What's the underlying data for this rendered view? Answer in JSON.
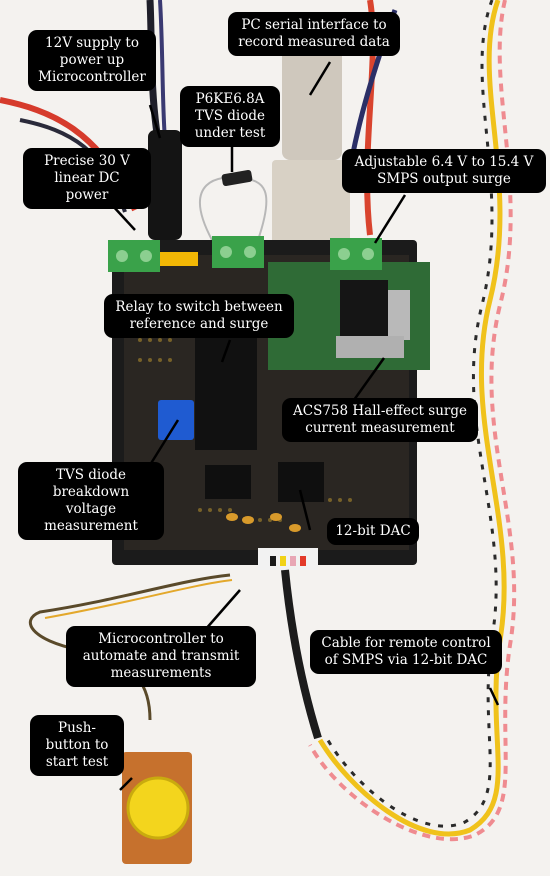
{
  "image": {
    "background_color": "#f4f2ef",
    "board_color": "#1b1b1b",
    "protoboard_color": "#2f6b36",
    "terminal_color": "#3aa24a",
    "button_color": "#f3d51d"
  },
  "annotations": {
    "supply_12v": "12V supply to\npower up\nMicrocontroller",
    "pc_serial": "PC serial interface to\nrecord measured data",
    "tvs_diode": "P6KE6.8A\nTVS diode\nunder test",
    "linear_dc": "Precise 30 V\nlinear DC power",
    "smps_surge": "Adjustable 6.4 V to 15.4 V\nSMPS output surge",
    "relay": "Relay to switch between\nreference and surge",
    "hall_effect": "ACS758 Hall-effect surge\ncurrent measurement",
    "breakdown": "TVS diode\nbreakdown voltage\nmeasurement",
    "dac": "12-bit DAC",
    "microcontroller": "Microcontroller to\nautomate and transmit\nmeasurements",
    "remote_cable": "Cable for remote control\nof SMPS via 12-bit DAC",
    "push_button": "Push-\nbutton to\nstart test"
  }
}
